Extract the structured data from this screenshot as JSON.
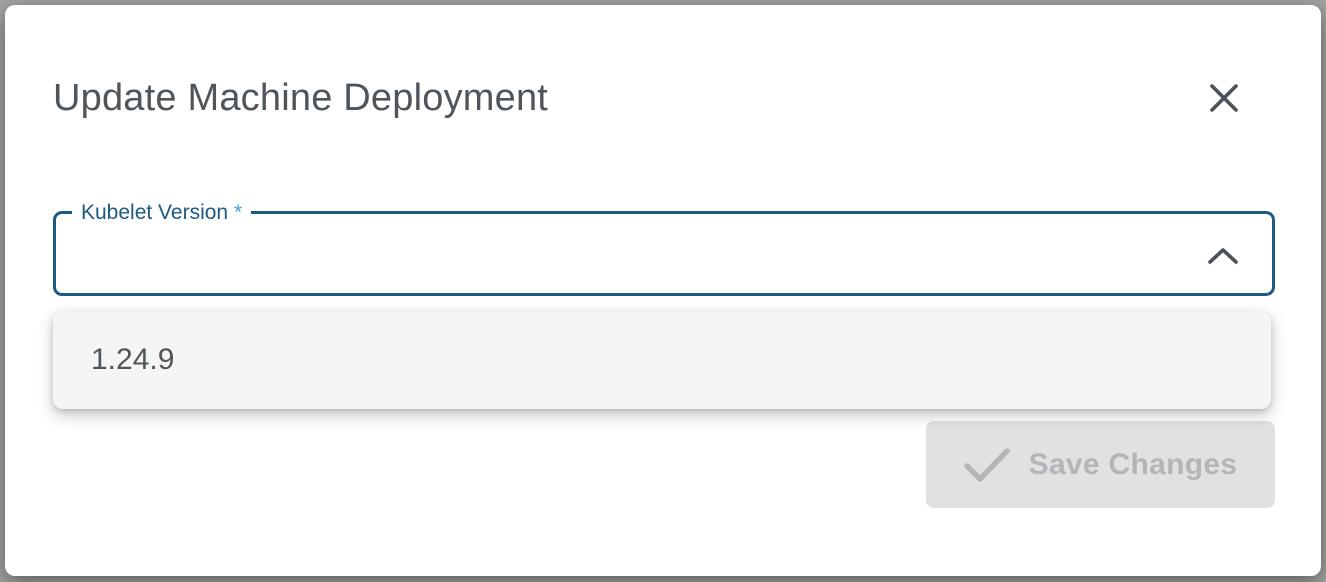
{
  "dialog": {
    "title": "Update Machine Deployment"
  },
  "form": {
    "kubelet_version": {
      "label": "Kubelet Version",
      "required_marker": "*",
      "value": "",
      "state": "open"
    }
  },
  "dropdown": {
    "options": [
      {
        "label": "1.24.9"
      }
    ]
  },
  "actions": {
    "save": {
      "label": "Save Changes",
      "disabled": true
    }
  },
  "icons": {
    "close": "x-icon",
    "select_indicator": "chevron-up-icon",
    "save": "checkmark-icon"
  },
  "colors": {
    "accent_border": "#1d5a7f",
    "label_text": "#1d5a82",
    "required_asterisk": "#43a1dd",
    "title_text": "#4e565c",
    "option_text": "#4e565c",
    "panel_background": "#f5f5f6",
    "disabled_button_background": "#e1e1e2",
    "disabled_button_text": "#b2b6b9",
    "backdrop": "#a4a4a4"
  }
}
